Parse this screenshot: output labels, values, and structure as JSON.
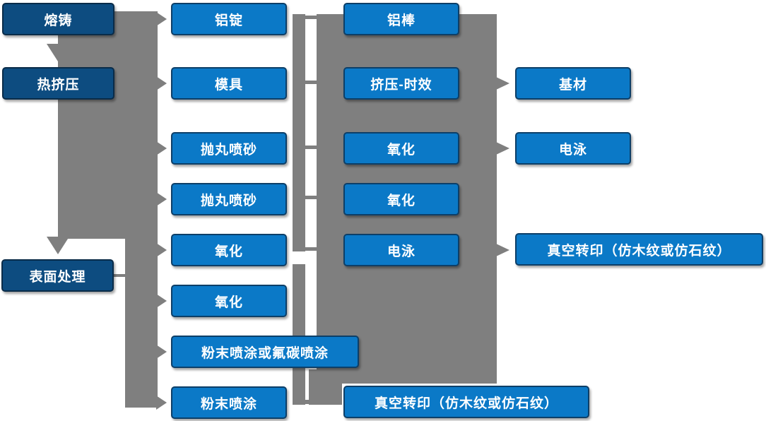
{
  "colors": {
    "dark_box": "#0d4c80",
    "light_box": "#0b79c7",
    "connector_gray": "#7f7f7f",
    "text": "#ffffff"
  },
  "columns": {
    "stage": [
      "熔铸",
      "热挤压",
      "表面处理"
    ],
    "step2": [
      "铝锭",
      "模具",
      "抛丸喷砂",
      "抛丸喷砂",
      "氧化",
      "氧化",
      "粉末喷涂或氟碳喷涂",
      "粉末喷涂"
    ],
    "step3": [
      "铝棒",
      "挤压-时效",
      "氧化",
      "氧化",
      "电泳",
      "真空转印（仿木纹或仿石纹）"
    ],
    "step4": [
      "基材",
      "电泳",
      "真空转印（仿木纹或仿石纹）"
    ]
  }
}
